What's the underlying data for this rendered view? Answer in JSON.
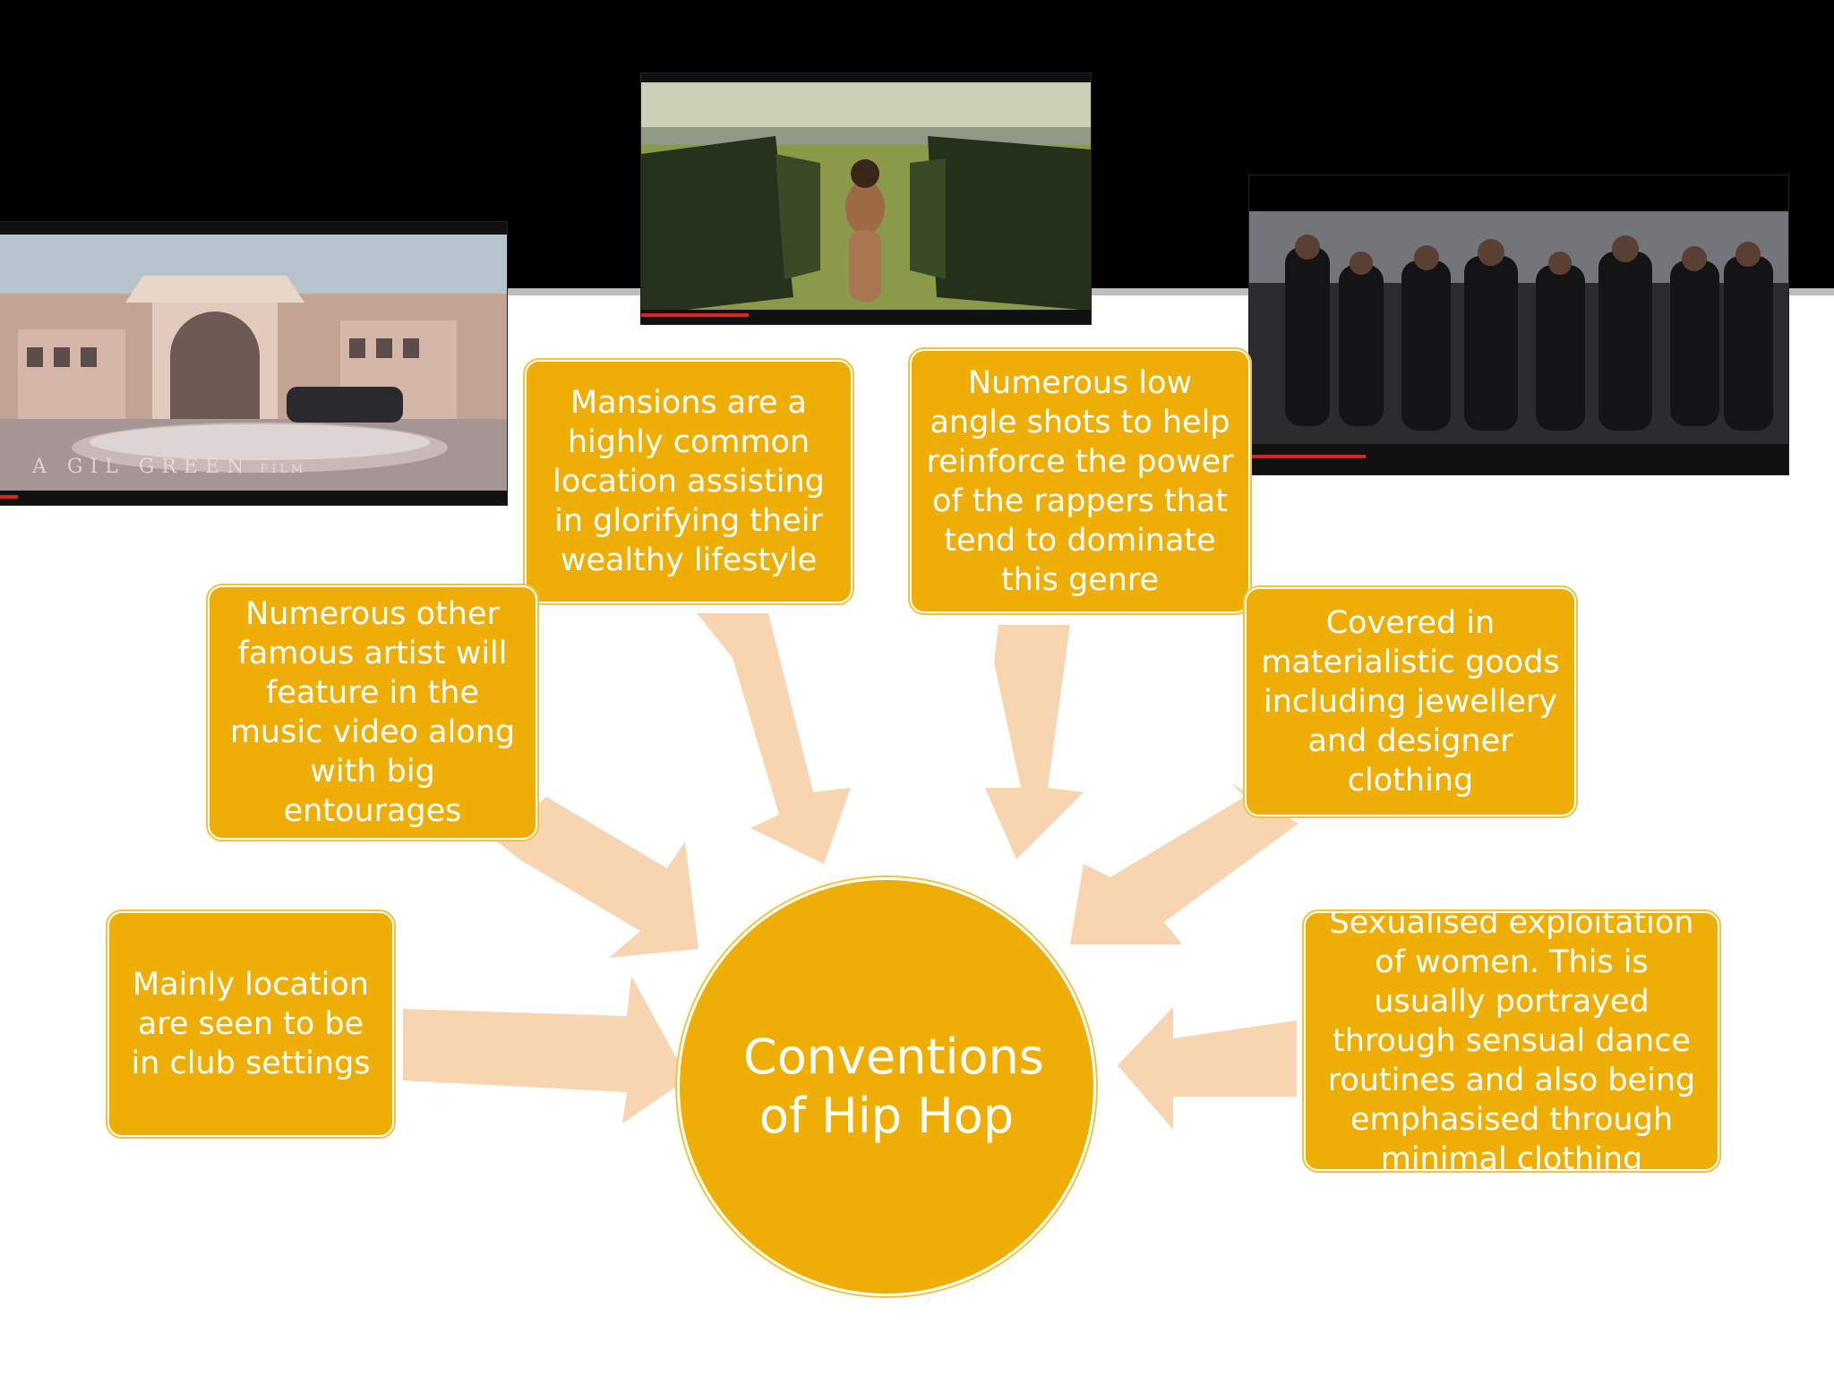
{
  "slide": {
    "hub_label": "Conventions of Hip Hop",
    "boxes": {
      "mansions": "Mansions  are a highly common location  assisting in glorifying their wealthy lifestyle",
      "low_angle": "Numerous low angle shots to help reinforce the power of the rappers that tend to dominate this genre",
      "famous_artists": "Numerous other famous artist will feature in the music video along with big entourages",
      "materialistic": "Covered in materialistic goods including jewellery and designer clothing",
      "club": "Mainly location are seen to be in club settings",
      "sexualised": "Sexualised exploitation of women. This is usually portrayed through sensual dance routines and also being emphasised through minimal clothing"
    },
    "screenshots": {
      "mansion_caption": "A GIL GREEN",
      "mansion_caption_small": "FILM"
    }
  },
  "colors": {
    "box_fill": "#efae05",
    "arrow_fill": "#f6d5b0",
    "band": "#000000"
  }
}
